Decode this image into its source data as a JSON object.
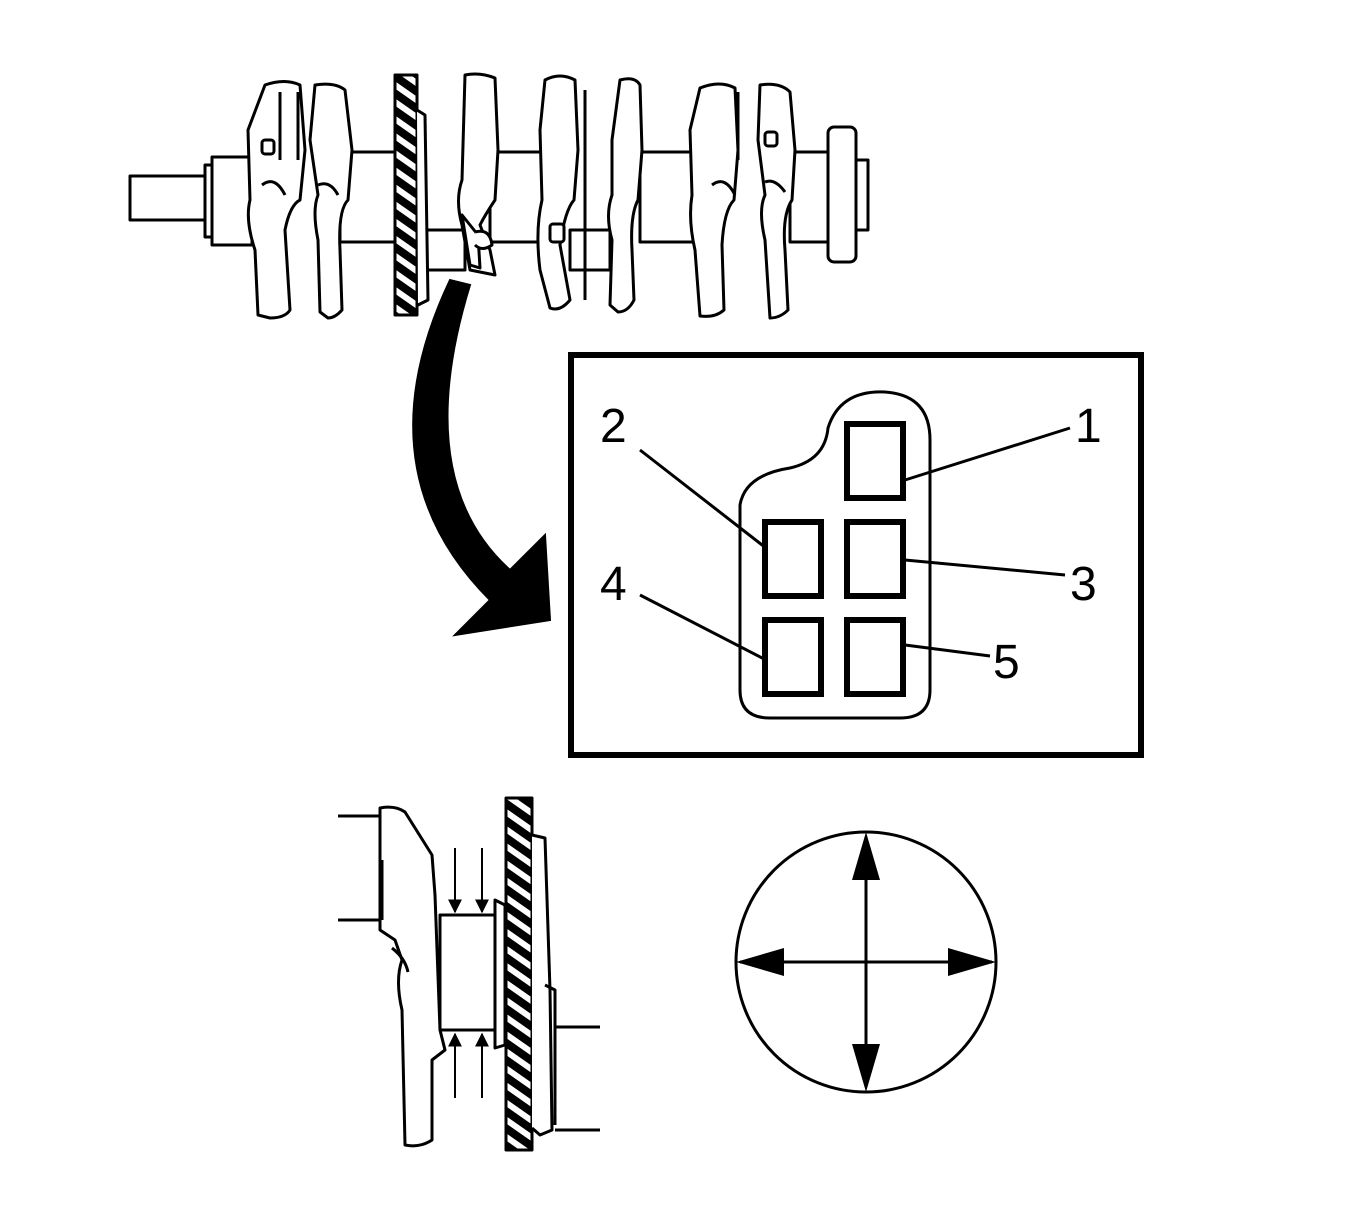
{
  "inset": {
    "labels": [
      "1",
      "2",
      "3",
      "4",
      "5"
    ]
  },
  "colors": {
    "ink": "#000000",
    "paper": "#ffffff"
  },
  "icons": {
    "arrow": "curved-arrow-icon",
    "measure": "measurement-arrows-icon"
  }
}
